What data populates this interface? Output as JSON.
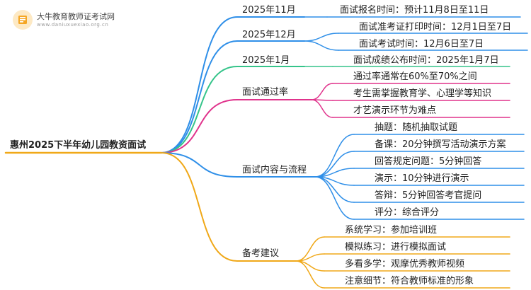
{
  "logo": {
    "title": "大牛教育教师证考试网",
    "url": "www.daniuxuexiao.org.cn",
    "icon": "book-icon"
  },
  "colors": {
    "blue": "#2f8fe8",
    "green": "#35c48a",
    "magenta": "#e0338c",
    "orange": "#f0a818"
  },
  "root": {
    "label": "惠州2025下半年幼儿园教资面试"
  },
  "branches": [
    {
      "label": "2025年11月",
      "color": "blue",
      "leaves": [
        "面试报名时间：预计11月8日至11日"
      ]
    },
    {
      "label": "2025年12月",
      "color": "blue",
      "leaves": [
        "面试准考证打印时间：12月1日至7日",
        "面试考试时间：12月6日至7日"
      ]
    },
    {
      "label": "2025年1月",
      "color": "green",
      "leaves": [
        "面试成绩公布时间：2025年1月7日"
      ]
    },
    {
      "label": "面试通过率",
      "color": "magenta",
      "leaves": [
        "通过率通常在60%至70%之间",
        "考生需掌握教育学、心理学等知识",
        "才艺演示环节为难点"
      ]
    },
    {
      "label": "面试内容与流程",
      "color": "blue",
      "leaves": [
        "抽题：随机抽取试题",
        "备课：20分钟撰写活动演示方案",
        "回答规定问题：5分钟回答",
        "演示：10分钟进行演示",
        "答辩：5分钟回答考官提问",
        "评分：综合评分"
      ]
    },
    {
      "label": "备考建议",
      "color": "orange",
      "leaves": [
        "系统学习：参加培训班",
        "模拟练习：进行模拟面试",
        "多看多学：观摩优秀教师视频",
        "注意细节：符合教师标准的形象"
      ]
    }
  ]
}
